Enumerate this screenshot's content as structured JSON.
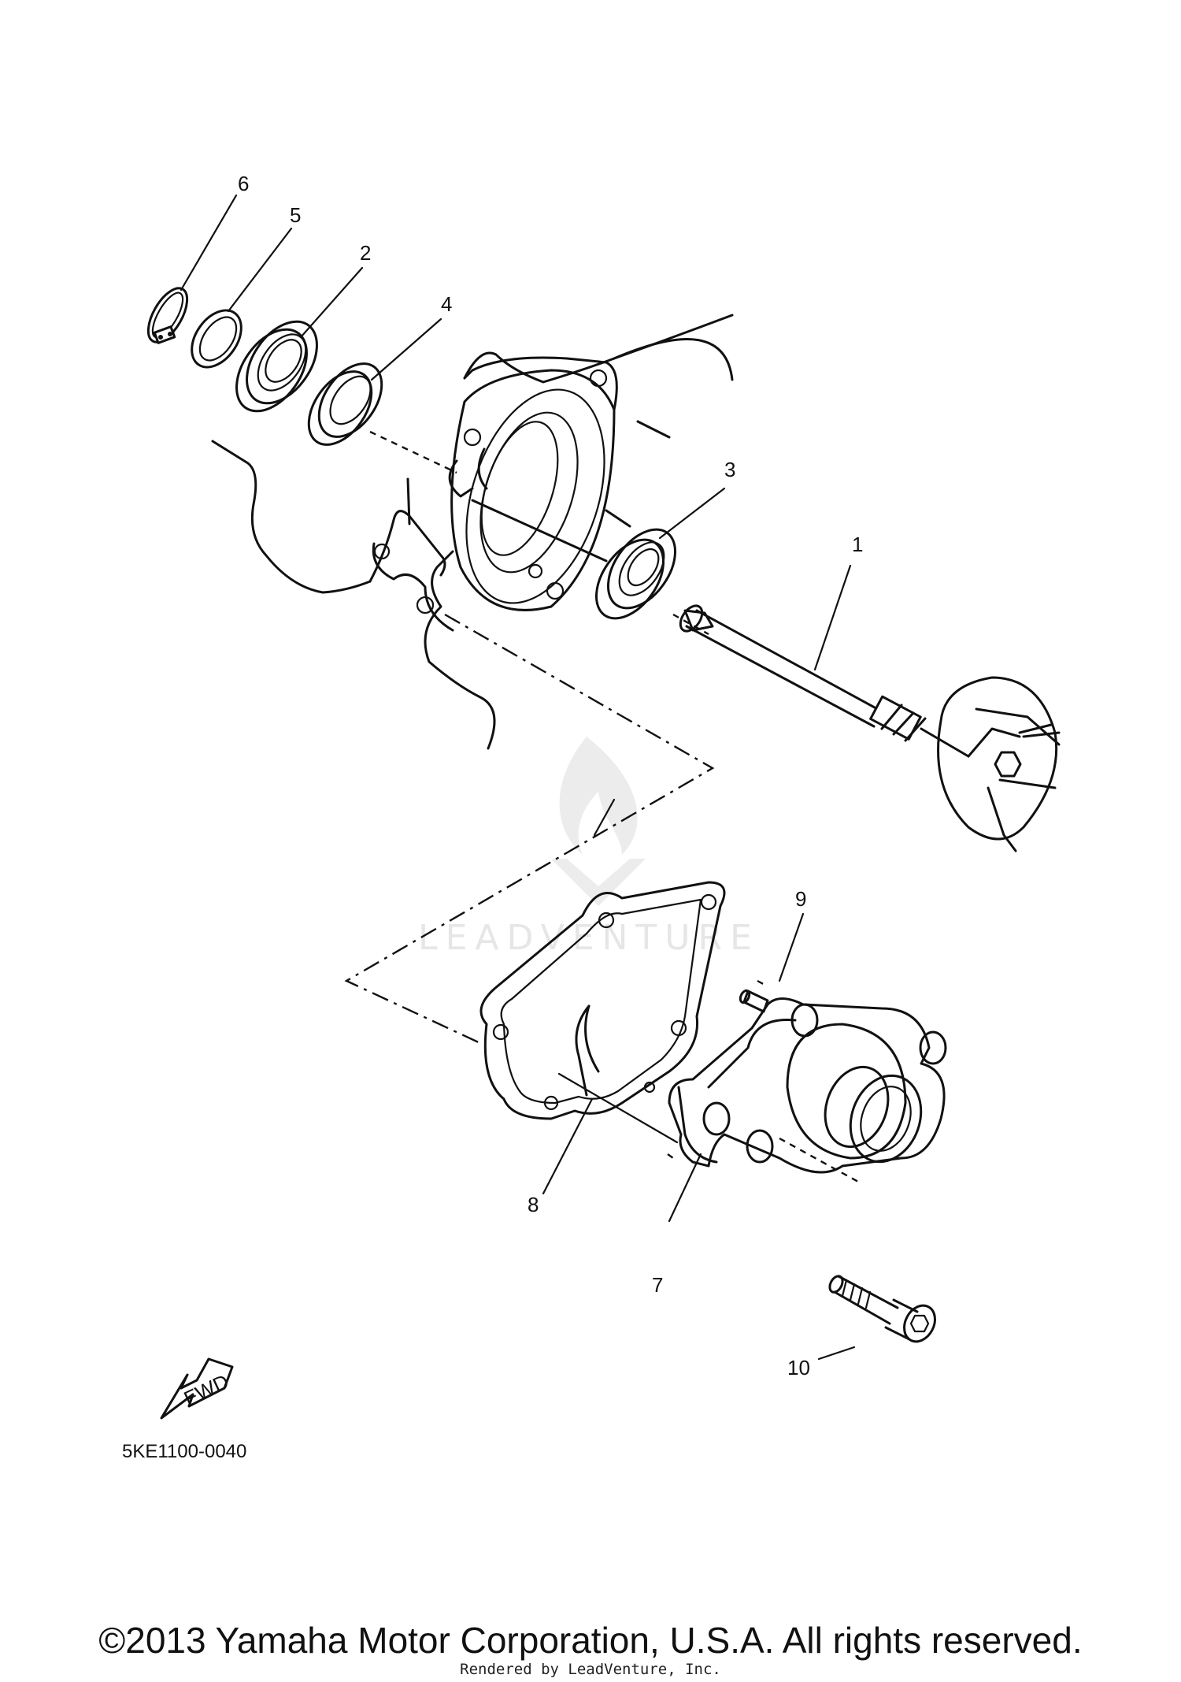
{
  "diagram": {
    "callouts": [
      {
        "id": "1",
        "text": "1"
      },
      {
        "id": "2",
        "text": "2"
      },
      {
        "id": "3",
        "text": "3"
      },
      {
        "id": "4",
        "text": "4"
      },
      {
        "id": "5",
        "text": "5"
      },
      {
        "id": "6",
        "text": "6"
      },
      {
        "id": "7",
        "text": "7"
      },
      {
        "id": "8",
        "text": "8"
      },
      {
        "id": "9",
        "text": "9"
      },
      {
        "id": "10",
        "text": "10"
      }
    ],
    "fwd_label": "FWD",
    "drawing_code": "5KE1100-0040",
    "watermark": "LEADVENTURE"
  },
  "footer": {
    "copyright": "©2013 Yamaha Motor Corporation, U.S.A. All rights reserved.",
    "rendered_by": "Rendered by LeadVenture, Inc."
  }
}
